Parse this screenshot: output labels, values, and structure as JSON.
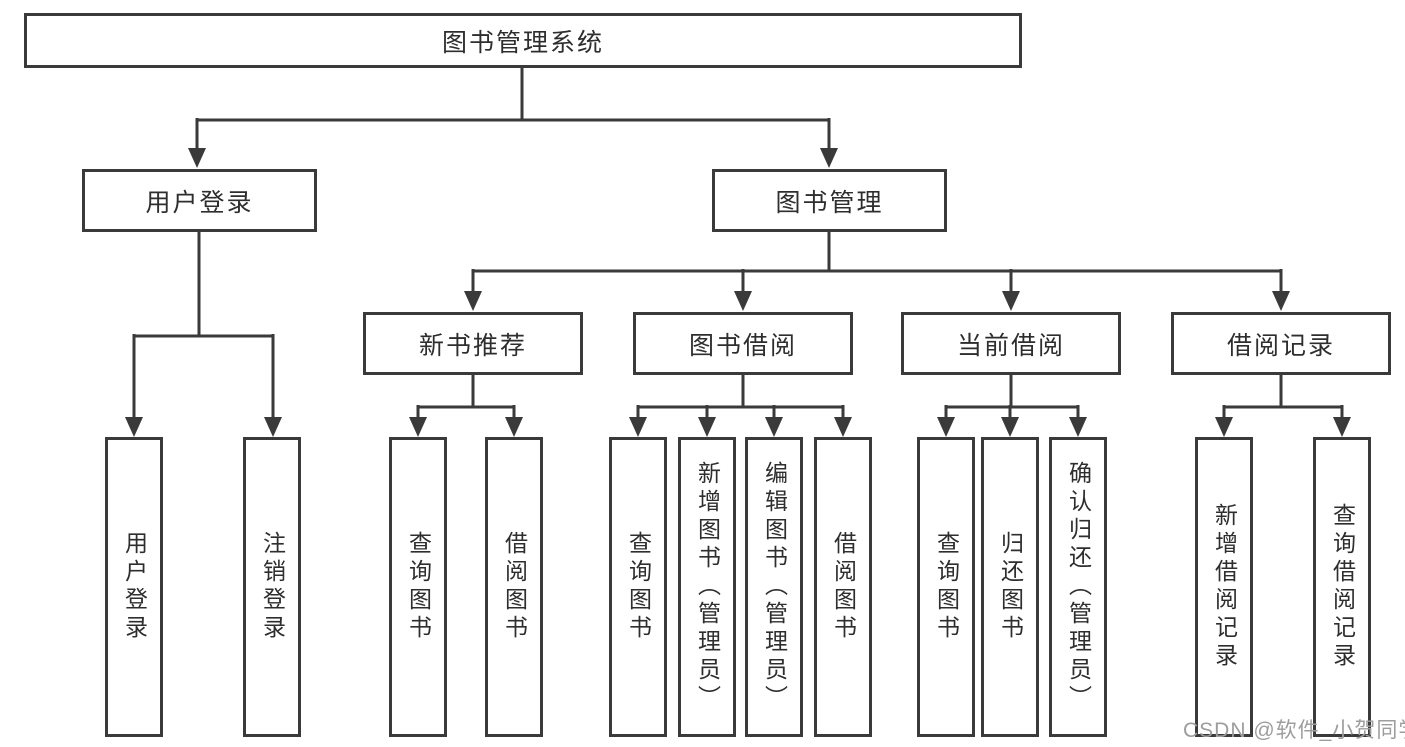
{
  "diagram": {
    "type": "hierarchy-tree",
    "colors": {
      "line": "#3a3a3a",
      "box_border": "#3a3a3a",
      "box_fill": "#ffffff",
      "text": "#2e2e2e",
      "watermark_text": "#9d9d9d",
      "background": "#ffffff"
    },
    "watermark": "CSDN @软件_小贺同学"
  },
  "tree": {
    "label": "图书管理系统",
    "children": [
      {
        "label": "用户登录",
        "children": [
          {
            "label": "用户登录"
          },
          {
            "label": "注销登录"
          }
        ]
      },
      {
        "label": "图书管理",
        "children": [
          {
            "label": "新书推荐",
            "children": [
              {
                "label": "查询图书"
              },
              {
                "label": "借阅图书"
              }
            ]
          },
          {
            "label": "图书借阅",
            "children": [
              {
                "label": "查询图书"
              },
              {
                "label": "新增图书（管理员）"
              },
              {
                "label": "编辑图书（管理员）"
              },
              {
                "label": "借阅图书"
              }
            ]
          },
          {
            "label": "当前借阅",
            "children": [
              {
                "label": "查询图书"
              },
              {
                "label": "归还图书"
              },
              {
                "label": "确认归还（管理员）"
              }
            ]
          },
          {
            "label": "借阅记录",
            "children": [
              {
                "label": "新增借阅记录"
              },
              {
                "label": "查询借阅记录"
              }
            ]
          }
        ]
      }
    ]
  }
}
